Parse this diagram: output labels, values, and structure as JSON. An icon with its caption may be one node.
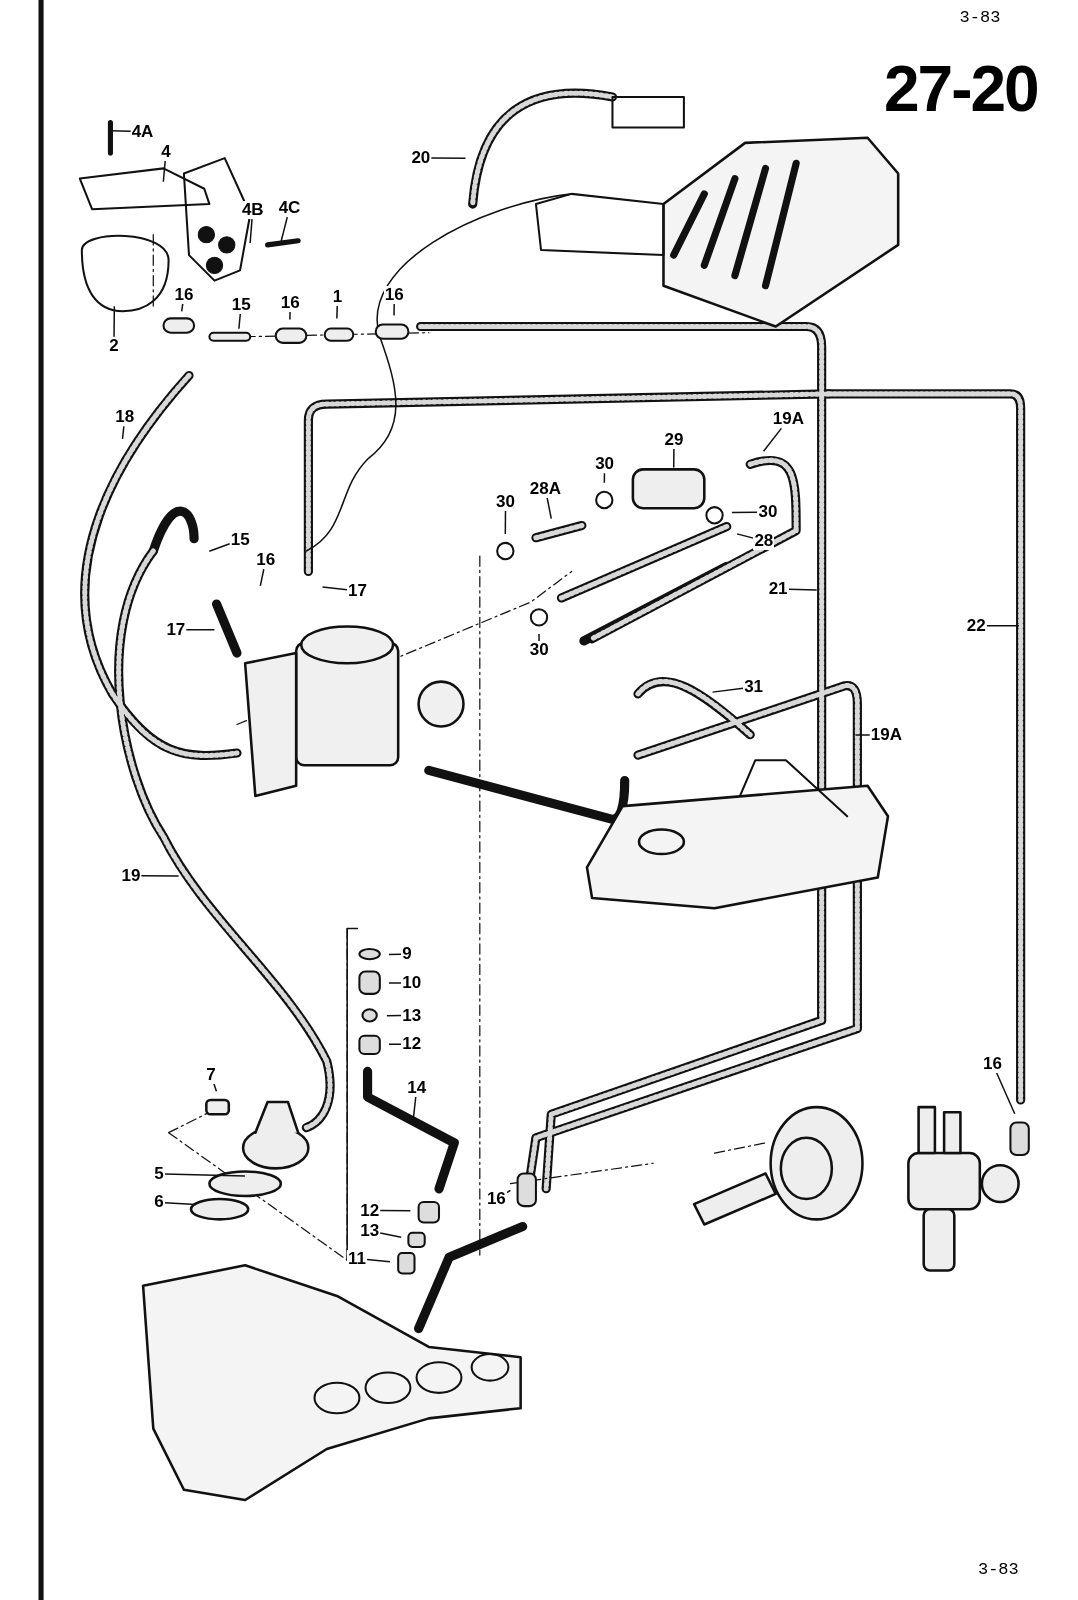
{
  "diagram": {
    "title": "27-20",
    "nodes": [
      {
        "text": [
          "4A"
        ]
      },
      {
        "text": [
          "4"
        ]
      },
      {
        "text": [
          "4B"
        ]
      },
      {
        "text": [
          "4C"
        ]
      },
      {
        "text": [
          "2"
        ]
      },
      {
        "text": [
          "16"
        ]
      },
      {
        "text": [
          "15"
        ]
      },
      {
        "text": [
          "16"
        ]
      },
      {
        "text": [
          "1"
        ]
      },
      {
        "text": [
          "16"
        ]
      },
      {
        "text": [
          "20"
        ]
      },
      {
        "text": [
          "18"
        ]
      },
      {
        "text": [
          "19A"
        ]
      },
      {
        "text": [
          "29"
        ]
      },
      {
        "text": [
          "30"
        ]
      },
      {
        "text": [
          "28A"
        ]
      },
      {
        "text": [
          "30"
        ]
      },
      {
        "text": [
          "30"
        ]
      },
      {
        "text": [
          "28"
        ]
      },
      {
        "text": [
          "15"
        ]
      },
      {
        "text": [
          "16"
        ]
      },
      {
        "text": [
          "17"
        ]
      },
      {
        "text": [
          "17"
        ]
      },
      {
        "text": [
          "21"
        ]
      },
      {
        "text": [
          "22"
        ]
      },
      {
        "text": [
          "30"
        ]
      },
      {
        "text": [
          "31"
        ]
      },
      {
        "text": [
          "19A"
        ]
      },
      {
        "text": [
          "19"
        ]
      },
      {
        "text": [
          "9"
        ]
      },
      {
        "text": [
          "10"
        ]
      },
      {
        "text": [
          "13"
        ]
      },
      {
        "text": [
          "12"
        ]
      },
      {
        "text": [
          "14"
        ]
      },
      {
        "text": [
          "7"
        ]
      },
      {
        "text": [
          "5"
        ]
      },
      {
        "text": [
          "6"
        ]
      },
      {
        "text": [
          "12"
        ]
      },
      {
        "text": [
          "13"
        ]
      },
      {
        "text": [
          "11"
        ]
      },
      {
        "text": [
          "16"
        ]
      },
      {
        "text": [
          "16"
        ]
      }
    ],
    "edges": [
      {
        "from": 0,
        "to": null,
        "arrow": "none"
      },
      {
        "from": 1,
        "to": null,
        "arrow": "none"
      },
      {
        "from": 2,
        "to": null,
        "arrow": "none"
      },
      {
        "from": 3,
        "to": null,
        "arrow": "none"
      },
      {
        "from": 4,
        "to": null,
        "arrow": "none"
      },
      {
        "from": 5,
        "to": null,
        "arrow": "none"
      },
      {
        "from": 6,
        "to": null,
        "arrow": "none"
      },
      {
        "from": 7,
        "to": null,
        "arrow": "none"
      },
      {
        "from": 8,
        "to": null,
        "arrow": "none"
      },
      {
        "from": 9,
        "to": null,
        "arrow": "none"
      },
      {
        "from": 10,
        "to": null,
        "arrow": "none"
      },
      {
        "from": 11,
        "to": null,
        "arrow": "none"
      },
      {
        "from": 12,
        "to": null,
        "arrow": "none"
      },
      {
        "from": 13,
        "to": null,
        "arrow": "none"
      },
      {
        "from": 14,
        "to": null,
        "arrow": "none"
      },
      {
        "from": 15,
        "to": null,
        "arrow": "none"
      },
      {
        "from": 16,
        "to": null,
        "arrow": "none"
      },
      {
        "from": 17,
        "to": null,
        "arrow": "none"
      },
      {
        "from": 18,
        "to": null,
        "arrow": "none"
      },
      {
        "from": 19,
        "to": null,
        "arrow": "none"
      },
      {
        "from": 20,
        "to": null,
        "arrow": "none"
      },
      {
        "from": 21,
        "to": null,
        "arrow": "none"
      },
      {
        "from": 22,
        "to": null,
        "arrow": "none"
      },
      {
        "from": 23,
        "to": null,
        "arrow": "none"
      },
      {
        "from": 24,
        "to": null,
        "arrow": "none"
      },
      {
        "from": 25,
        "to": null,
        "arrow": "none"
      },
      {
        "from": 26,
        "to": null,
        "arrow": "none"
      },
      {
        "from": 27,
        "to": null,
        "arrow": "none"
      },
      {
        "from": 28,
        "to": null,
        "arrow": "none"
      },
      {
        "from": 29,
        "to": null,
        "arrow": "none"
      },
      {
        "from": 30,
        "to": null,
        "arrow": "none"
      },
      {
        "from": 31,
        "to": null,
        "arrow": "none"
      },
      {
        "from": 32,
        "to": null,
        "arrow": "none"
      },
      {
        "from": 33,
        "to": null,
        "arrow": "none"
      },
      {
        "from": 34,
        "to": null,
        "arrow": "none"
      },
      {
        "from": 35,
        "to": null,
        "arrow": "none"
      },
      {
        "from": 36,
        "to": null,
        "arrow": "none"
      },
      {
        "from": 37,
        "to": null,
        "arrow": "none"
      },
      {
        "from": 38,
        "to": null,
        "arrow": "none"
      },
      {
        "from": 39,
        "to": null,
        "arrow": "none"
      },
      {
        "from": 40,
        "to": null,
        "arrow": "none"
      },
      {
        "from": 41,
        "to": null,
        "arrow": "none"
      }
    ],
    "labels": [
      "3-83",
      "3-83"
    ]
  }
}
